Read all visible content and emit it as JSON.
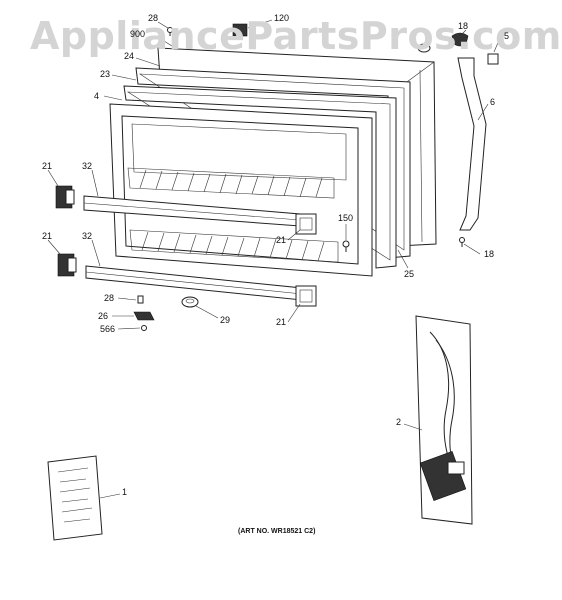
{
  "watermark": "AppliancePartsPros.com",
  "art_number": "(ART NO. WR18521 C2)",
  "callouts": {
    "c28_top": "28",
    "c120": "120",
    "c18_top": "18",
    "c5": "5",
    "c900": "900",
    "c24": "24",
    "c23": "23",
    "c4": "4",
    "c6": "6",
    "c21_a": "21",
    "c32_a": "32",
    "c150": "150",
    "c21_b": "21",
    "c21_c": "21",
    "c32_b": "32",
    "c25": "25",
    "c18_bot": "18",
    "c28_bot": "28",
    "c26": "26",
    "c566": "566",
    "c29": "29",
    "c21_d": "21",
    "c2": "2",
    "c1": "1"
  }
}
